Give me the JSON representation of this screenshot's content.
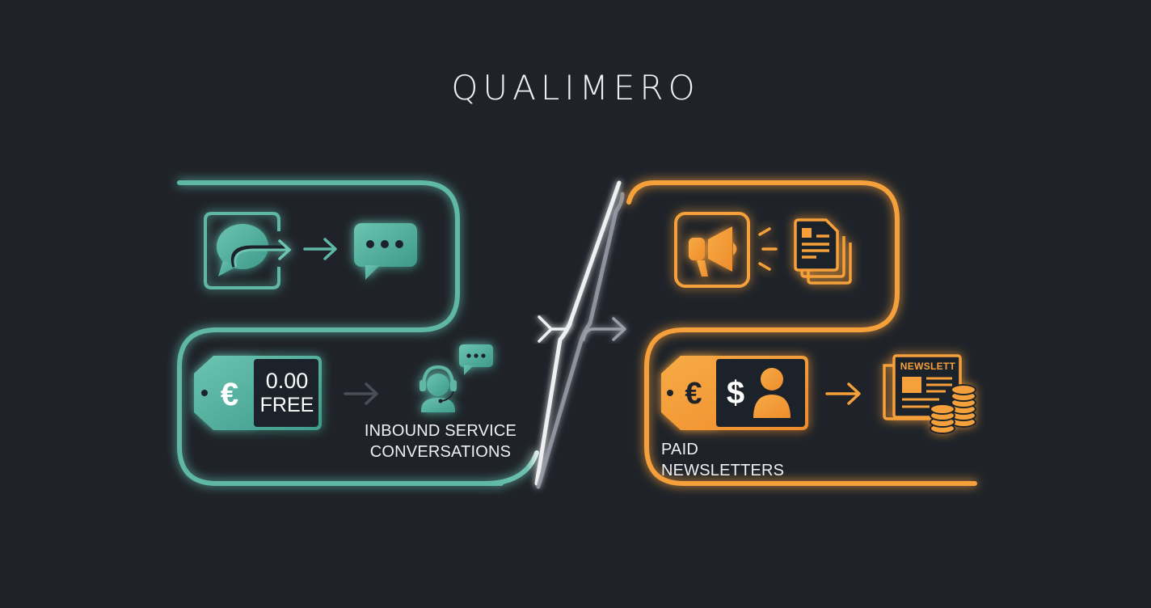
{
  "title": "QUALIMERO",
  "colors": {
    "background": "#1f2329",
    "teal": "#5fb8a6",
    "orange": "#f5a03a",
    "white": "#eef0f2",
    "gray": "#8c9099"
  },
  "left_flow": {
    "theme": "teal",
    "top_row": {
      "icons": [
        "chat-forward-icon",
        "arrow-right-icon",
        "chat-bubble-dots-icon"
      ]
    },
    "bottom_row": {
      "price_tag": {
        "currency_symbol": "€",
        "amount": "0.00",
        "note": "FREE"
      },
      "icons": [
        "arrow-right-icon",
        "support-agent-headset-icon"
      ],
      "label_line1": "INBOUND SERVICE",
      "label_line2": "CONVERSATIONS"
    }
  },
  "divider": {
    "icons": [
      "slash-divider-icon",
      "branch-arrow-icon"
    ]
  },
  "right_flow": {
    "theme": "orange",
    "top_row": {
      "icons": [
        "megaphone-icon",
        "broadcast-lines-icon",
        "documents-stack-icon"
      ]
    },
    "bottom_row": {
      "price_tag": {
        "currency_symbol": "€",
        "inner_symbol": "$"
      },
      "icons": [
        "subscriber-person-icon",
        "arrow-right-icon",
        "newspaper-coins-icon"
      ],
      "newspaper_heading": "NEWSLETT",
      "label": "PAID NEWSLETTERS"
    }
  }
}
